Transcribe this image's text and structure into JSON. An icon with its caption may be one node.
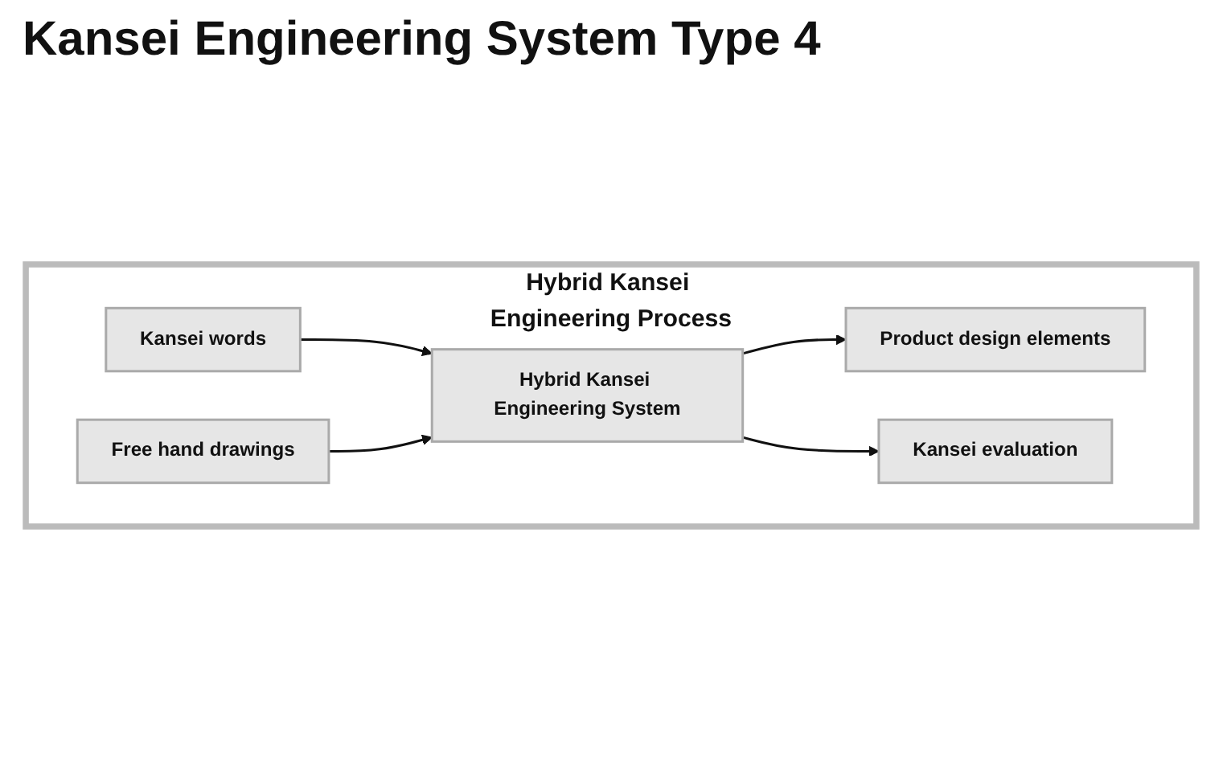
{
  "diagram": {
    "title": "Kansei Engineering System Type 4",
    "nodes": [
      {
        "text": [
          "Hybrid Kansei Engineering Process"
        ]
      },
      {
        "text": [
          "Kansei words"
        ],
        "in": 0
      },
      {
        "text": [
          "Hybrid Kansei Engineering System"
        ],
        "in": 0
      },
      {
        "text": [
          "Product design elements"
        ],
        "in": 0
      },
      {
        "text": [
          "Kansei evaluation"
        ],
        "in": 0
      },
      {
        "text": [
          "Free hand drawings"
        ],
        "in": 0
      }
    ],
    "edges": [
      {
        "from": 1,
        "to": 2,
        "arrow": "to"
      },
      {
        "from": 2,
        "to": 3,
        "arrow": "to"
      },
      {
        "from": 2,
        "to": 4,
        "arrow": "to"
      },
      {
        "from": 5,
        "to": 2,
        "arrow": "to"
      }
    ]
  }
}
